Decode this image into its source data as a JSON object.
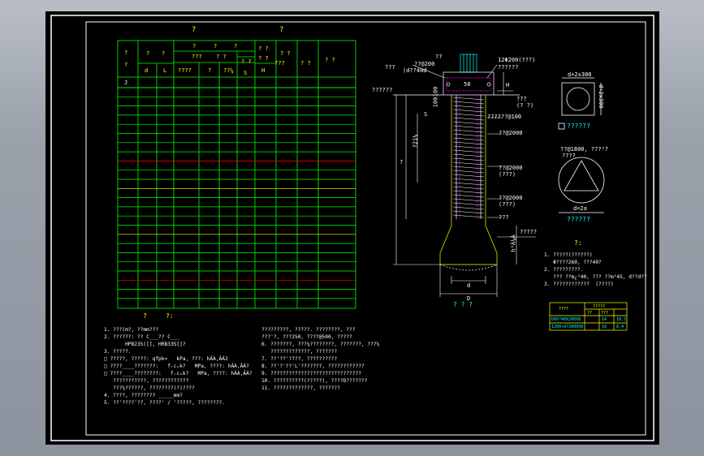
{
  "table": {
    "title_q1": "?",
    "title_q2": "?",
    "sub_q1": "?",
    "sub_q2": "?",
    "sub_q3": "?",
    "col_a": "?\n?",
    "col_b": "?",
    "col_c": "?",
    "col_d": "d",
    "col_e": "L",
    "col_f": "????",
    "col_g": "?",
    "col_h": "??¼",
    "col_s": "S",
    "col_hh": "H",
    "col_j": "J",
    "col_k": "???",
    "col_l": "? ?",
    "col_m": "? ?",
    "col_n": "? ?",
    "col_o": "? ?",
    "col_p": "? ?",
    "footer_q1": "?",
    "footer_q2": "?:"
  },
  "notes_left": [
    "1. ???(m?, ??mm???",
    "2. ??????: ?? C___?? C___",
    "       HPB235([], HRB335[]?",
    "3. ?????.",
    "□ ?????, ?????: qfpk=   kPa, ???: hÂÀ,ÂÁ2",
    "□ ????____???????:   fᵣcᵤk?   MPa, ????: hÂÀ,ÂÁ?",
    "□ ????____????????:   fᵣcᵤk?   MPa, ????: hÂÀ,ÂÁ?",
    "   ???????????, ????????????",
    "   ???¼??????, ????????(?)????",
    "4. ????, ???????? _____mm?",
    "5. ??'????'??, ????' / '?????, ????????."
  ],
  "notes_mid": [
    "?????????, ?????. ????????, ???",
    "???'?, ???250, ????@500, ?????",
    "6. ???????, ???¼????????, ???????, ???¼",
    "   ?????????????, ???????",
    "7. ??'??'????, ??????????",
    "8. ??'?'??'L'???????, ????????????",
    "9. ??????????????????????????????",
    "10. ??????????(?????), ????D???????",
    "11. ?????????????, ???????"
  ],
  "elevation": {
    "hoop_top": "??@200",
    "hoop_top2": "(d??40d",
    "bar_top": "???",
    "label_q": "??",
    "main_bar": "12Φ200(???)",
    "spiral": "??????",
    "dim_50": "50",
    "h_label": "H",
    "cap": "??????",
    "dim_100a": "100",
    "dim_100b": "100",
    "s_label": "S",
    "side1": "???",
    "side1b": "(? ?)",
    "side2": "??????@100",
    "side3": "??@2000",
    "side4": "??@2000",
    "side4b": "(???)",
    "side5": "??@2000",
    "side5b": "(???)",
    "side6": "???",
    "dim_left1": "?21¼",
    "dim_left2": "?",
    "bell": "?????",
    "bell_h": "h³À¼À",
    "d_label": "d",
    "D_label": "D",
    "caption": "? ? ?"
  },
  "sections": {
    "square_dim1": "d+2x300",
    "square_dim2": "d+2x300",
    "square_caption": "??????",
    "circle_top": "??@1800, ???²?",
    "circle_top2": "????",
    "circle_dim": "d=2a",
    "circle_caption": "??????"
  },
  "notes_right": {
    "heading": "?:",
    "lines": [
      "1. ?????(??????)",
      "   Φ????260, ???40?",
      "2. ?????????.",
      "   ??? ??m¿²40, ??? ??m²45, d??d??",
      "3. ????????????  (????)"
    ],
    "table_headers": [
      "????",
      "?????",
      "??",
      "???"
    ],
    "table_rows": [
      [
        "D0X?40X200X8",
        "14",
        "10.2"
      ],
      [
        "1200<d?2000X8",
        "16",
        "8.4"
      ]
    ]
  },
  "colors": {
    "background": "#000000",
    "frame": "#ffffff",
    "grid": "#00ff00",
    "highlight_row": "#ff0000",
    "yellow_row": "#ffff00",
    "text": "#ffffff",
    "text_yellow": "#ffff00",
    "text_cyan": "#00ffff",
    "magenta": "#ff00ff"
  }
}
